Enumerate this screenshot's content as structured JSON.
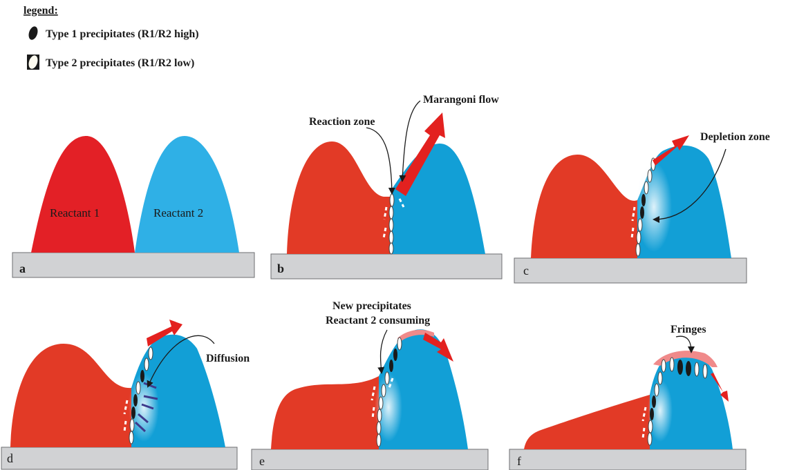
{
  "legend": {
    "title": "legend:",
    "items": [
      {
        "label": "Type 1 precipitates (R1/R2 high)",
        "icon": "black-ellipse-icon",
        "color": "#1a1a1a"
      },
      {
        "label": "Type 2 precipitates (R1/R2 low)",
        "icon": "white-ellipse-icon",
        "color": "#fdfbf0"
      }
    ]
  },
  "colors": {
    "reactant1": "#e32026",
    "reactant1_later": "#e23a26",
    "reactant2": "#2fb0e6",
    "reactant2_later": "#129fd6",
    "substrate": "#d1d2d4",
    "arrow": "#e3211f",
    "diffusion_arrows": "#3d3a8c"
  },
  "panels": {
    "a": {
      "letter": "a",
      "reactant1": "Reactant 1",
      "reactant2": "Reactant 2"
    },
    "b": {
      "letter": "b",
      "reaction_zone": "Reaction zone",
      "marangoni": "Marangoni flow"
    },
    "c": {
      "letter": "c",
      "depletion": "Depletion zone"
    },
    "d": {
      "letter": "d",
      "diffusion": "Diffusion"
    },
    "e": {
      "letter": "e",
      "new_precip": "New precipitates",
      "consuming": "Reactant 2 consuming"
    },
    "f": {
      "letter": "f",
      "fringes": "Fringes"
    }
  }
}
